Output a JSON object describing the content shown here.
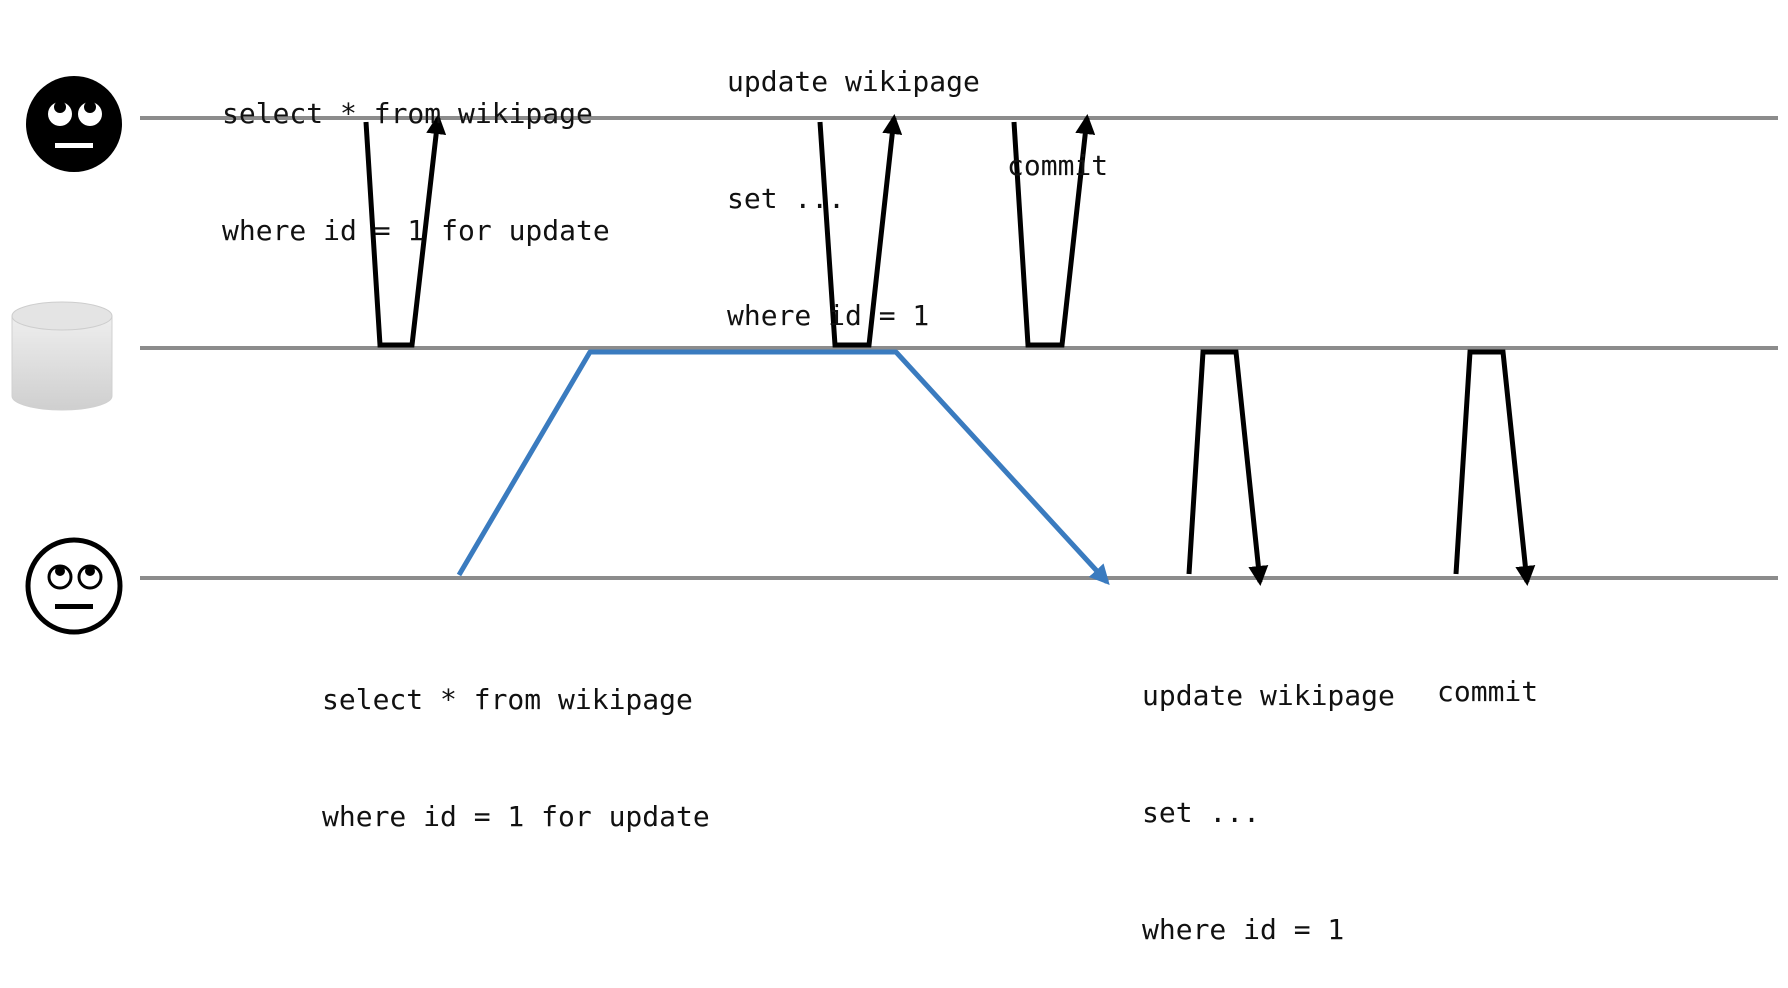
{
  "colors": {
    "lane": "#8c8c8c",
    "signal": "#000000",
    "wait_path": "#3a7bbf",
    "face_dark": "#000000",
    "face_light": "#ffffff",
    "database": "#d9d9d9"
  },
  "actors": {
    "top_user_icon": "face-with-rolling-eyes-dark-icon",
    "database_icon": "database-cylinder-icon",
    "bottom_user_icon": "face-with-rolling-eyes-light-icon"
  },
  "top_lane": {
    "select_line1": "select * from wikipage",
    "select_line2": "where id = 1 for update",
    "update_line1": "update wikipage",
    "update_line2": "set ...",
    "update_line3": "where id = 1",
    "commit": "commit"
  },
  "bottom_lane": {
    "select_line1": "select * from wikipage",
    "select_line2": "where id = 1 for update",
    "update_line1": "update wikipage",
    "update_line2": "set ...",
    "update_line3": "where id = 1",
    "commit": "commit"
  }
}
